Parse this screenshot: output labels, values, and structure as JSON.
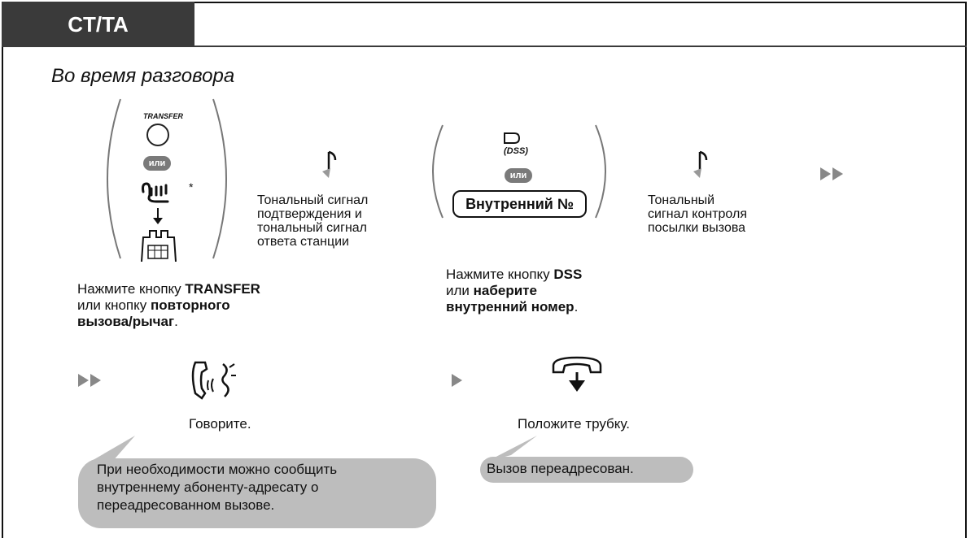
{
  "header": {
    "title": "CT/TA"
  },
  "subtitle": "Во время разговора",
  "step1": {
    "transfer_key_label": "TRANSFER",
    "or_label": "или",
    "asterisk": "*",
    "instruction_p1": "Нажмите кнопку ",
    "instruction_b1": "TRANSFER",
    "instruction_p2": "или кнопку ",
    "instruction_b2": "повторного",
    "instruction_b3": "вызова/рычаг",
    "instruction_p3": "."
  },
  "tone1": {
    "lines": [
      "Тональный сигнал",
      "подтверждения и",
      "тональный сигнал",
      "ответа станции"
    ]
  },
  "step2": {
    "dss_label": "(DSS)",
    "or_label": "или",
    "ext_box_label": "Внутренний №",
    "instruction_p1": "Нажмите кнопку ",
    "instruction_b1": "DSS",
    "instruction_p2": "или ",
    "instruction_b2": "наберите",
    "instruction_b3": "внутренний номер",
    "instruction_p3": "."
  },
  "tone2": {
    "lines": [
      "Тональный",
      "сигнал контроля",
      "посылки вызова"
    ]
  },
  "step3": {
    "caption": "Говорите."
  },
  "step4": {
    "caption": "Положите трубку."
  },
  "callout_talk": {
    "lines": [
      "При необходимости можно сообщить",
      "внутреннему абоненту-адресату о",
      "переадресованном вызове."
    ]
  },
  "callout_done": {
    "text": "Вызов переадресован."
  }
}
